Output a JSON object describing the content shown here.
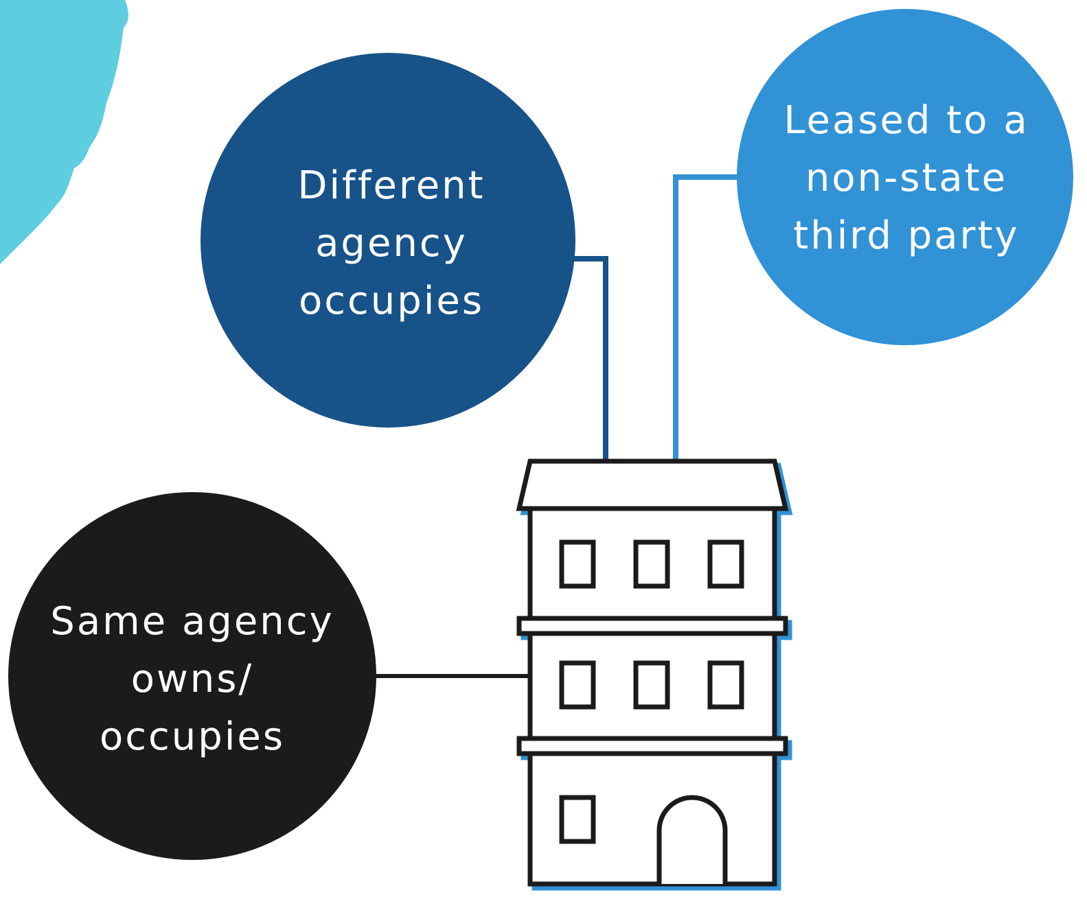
{
  "diagram": {
    "colors": {
      "dark_blue": "#175388",
      "light_blue": "#3192d6",
      "black": "#1b1b1b",
      "teal_blob": "#5ecde0",
      "building_outline": "#1b1b1b",
      "building_shadow": "#3192d6"
    },
    "nodes": [
      {
        "id": "different-agency",
        "lines": [
          "Different",
          "agency",
          "occupies"
        ],
        "color": "dark_blue"
      },
      {
        "id": "leased-third-party",
        "lines": [
          "Leased to a",
          "non-state",
          "third party"
        ],
        "color": "light_blue"
      },
      {
        "id": "same-agency",
        "lines": [
          "Same agency",
          "owns/",
          "occupies"
        ],
        "color": "black"
      }
    ],
    "center_icon": "building-icon",
    "decoration_icon": "teal-blob-shape"
  }
}
